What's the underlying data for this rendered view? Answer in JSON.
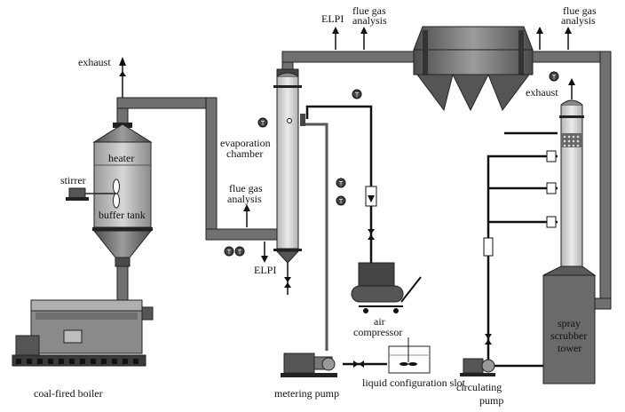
{
  "labels": {
    "exhaust_left": "exhaust",
    "heater": "heater",
    "stirrer": "stirrer",
    "buffer_tank": "buffer tank",
    "coal_fired_boiler": "coal-fired boiler",
    "evaporation_chamber_1": "evaporation",
    "evaporation_chamber_2": "chamber",
    "flue_gas_mid_1": "flue gas",
    "flue_gas_mid_2": "analysis",
    "elpi_bottom": "ELPI",
    "elpi_top": "ELPI",
    "flue_gas_top_1": "flue gas",
    "flue_gas_top_2": "analysis",
    "flue_gas_right_1": "flue gas",
    "flue_gas_right_2": "analysis",
    "exhaust_right": "exhaust",
    "air_compressor_1": "air",
    "air_compressor_2": "compressor",
    "metering_pump": "metering pump",
    "liquid_configuration_slot": "liquid configuration slot",
    "circulating_pump_1": "circulating",
    "circulating_pump_2": "pump",
    "spray_scrubber_1": "spray",
    "spray_scrubber_2": "scrubber",
    "spray_scrubber_3": "tower"
  },
  "gauge_symbol": "T",
  "colors": {
    "pipe": "#6f6f6f",
    "pipe_dark": "#3a3a3a",
    "vessel_light": "#cfcfcf",
    "vessel_mid": "#8c8c8c",
    "vessel_dark": "#4a4a4a",
    "line": "#111111"
  }
}
